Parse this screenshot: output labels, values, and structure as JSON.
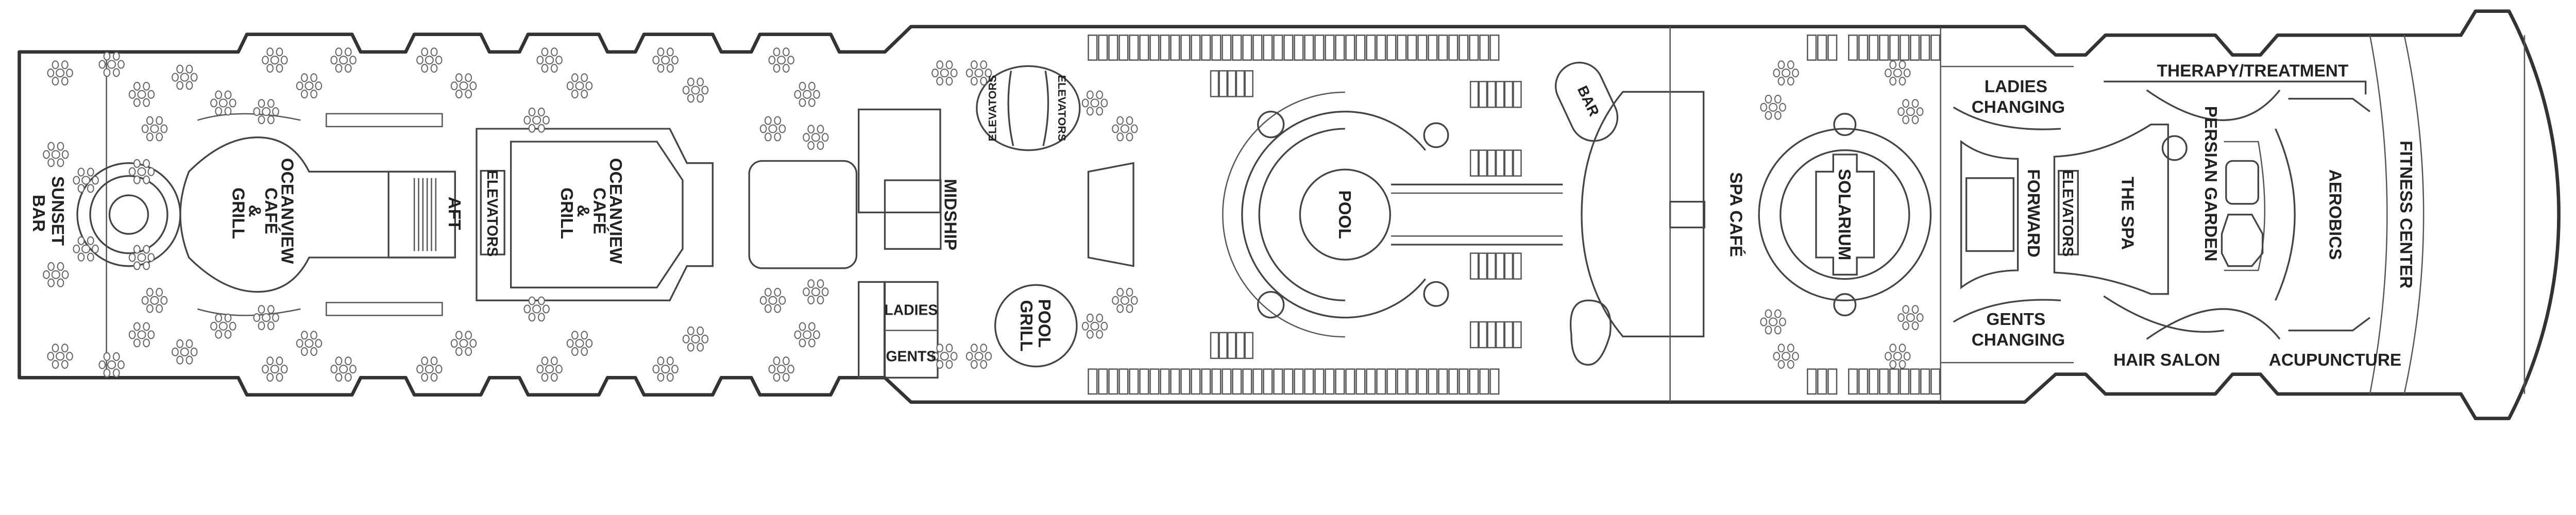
{
  "deck_plan": {
    "line_color": "#333333",
    "background": "#ffffff",
    "aft": {
      "sunset_bar": [
        "SUNSET",
        "BAR"
      ],
      "oceanview_cafe_1": [
        "OCEANVIEW",
        "CAFÉ",
        "&",
        "GRILL"
      ],
      "aft_stairs": "AFT",
      "aft_elevators": "ELEVATORS",
      "oceanview_cafe_2": [
        "OCEANVIEW",
        "CAFÉ",
        "&",
        "GRILL"
      ]
    },
    "midship": {
      "midship_stairs": "MIDSHIP",
      "glass_elevators": [
        "ELEVATORS",
        "ELEVATORS"
      ],
      "ladies": "LADIES",
      "gents": "GENTS",
      "pool_grill": [
        "POOL",
        "GRILL"
      ],
      "pool": "POOL",
      "bar": "BAR",
      "spa_cafe": "SPA CAFÉ",
      "solarium": "SOLARIUM"
    },
    "forward": {
      "ladies_changing": [
        "LADIES",
        "CHANGING"
      ],
      "gents_changing": [
        "GENTS",
        "CHANGING"
      ],
      "forward_stairs": "FORWARD",
      "forward_elevators": "ELEVATORS",
      "the_spa": "THE SPA",
      "persian_garden": "PERSIAN GARDEN",
      "therapy_treatment": "THERAPY/TREATMENT",
      "aerobics": "AEROBICS",
      "fitness_center": "FITNESS CENTER",
      "hair_salon": "HAIR SALON",
      "acupuncture": "ACUPUNCTURE"
    }
  }
}
